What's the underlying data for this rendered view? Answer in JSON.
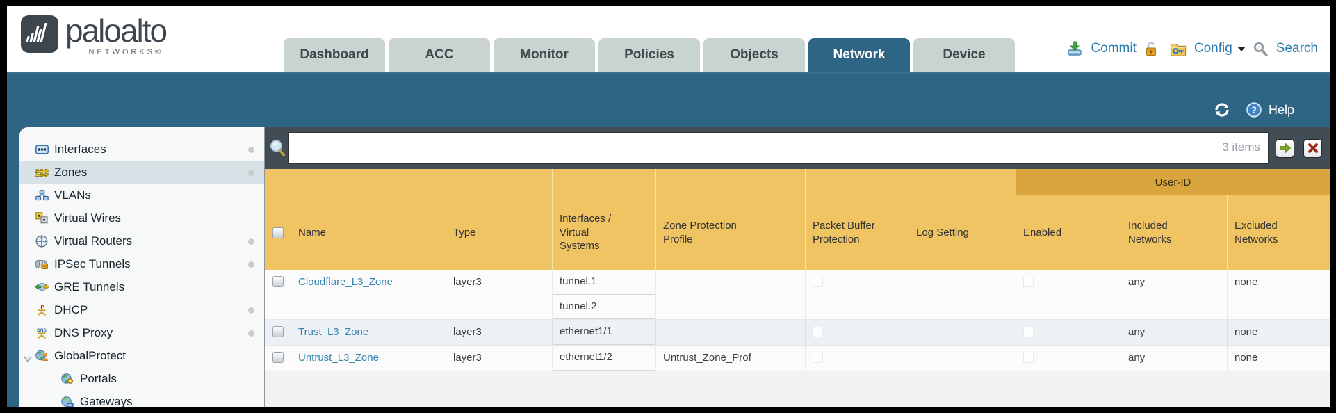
{
  "brand": {
    "name": "paloalto",
    "sub": "NETWORKS®"
  },
  "nav": {
    "tabs": [
      {
        "label": "Dashboard",
        "active": false
      },
      {
        "label": "ACC",
        "active": false
      },
      {
        "label": "Monitor",
        "active": false
      },
      {
        "label": "Policies",
        "active": false
      },
      {
        "label": "Objects",
        "active": false
      },
      {
        "label": "Network",
        "active": true
      },
      {
        "label": "Device",
        "active": false
      }
    ],
    "commit_label": "Commit",
    "config_label": "Config",
    "search_label": "Search"
  },
  "band": {
    "help_label": "Help"
  },
  "sidebar": {
    "items": [
      {
        "label": "Interfaces",
        "icon": "interfaces-icon",
        "dot": true
      },
      {
        "label": "Zones",
        "icon": "zones-icon",
        "dot": true,
        "selected": true
      },
      {
        "label": "VLANs",
        "icon": "vlans-icon"
      },
      {
        "label": "Virtual Wires",
        "icon": "virtual-wires-icon"
      },
      {
        "label": "Virtual Routers",
        "icon": "virtual-routers-icon",
        "dot": true
      },
      {
        "label": "IPSec Tunnels",
        "icon": "ipsec-tunnels-icon",
        "dot": true
      },
      {
        "label": "GRE Tunnels",
        "icon": "gre-tunnels-icon"
      },
      {
        "label": "DHCP",
        "icon": "dhcp-icon",
        "dot": true
      },
      {
        "label": "DNS Proxy",
        "icon": "dns-proxy-icon",
        "dot": true
      },
      {
        "label": "GlobalProtect",
        "icon": "globalprotect-icon",
        "expanded": true
      },
      {
        "label": "Portals",
        "icon": "portals-icon",
        "child": true
      },
      {
        "label": "Gateways",
        "icon": "gateways-icon",
        "child": true
      }
    ]
  },
  "toolbar": {
    "filter_value": "",
    "items_count": "3 items"
  },
  "table": {
    "group_header": "User-ID",
    "columns": [
      "Name",
      "Type",
      "Interfaces / Virtual Systems",
      "Zone Protection Profile",
      "Packet Buffer Protection",
      "Log Setting",
      "Enabled",
      "Included Networks",
      "Excluded Networks"
    ],
    "rows": [
      {
        "name": "Cloudflare_L3_Zone",
        "type": "layer3",
        "interfaces": [
          "tunnel.1",
          "tunnel.2"
        ],
        "zone_protection_profile": "",
        "packet_buffer_protection": false,
        "log_setting": "",
        "user_id_enabled": false,
        "included_networks": "any",
        "excluded_networks": "none"
      },
      {
        "name": "Trust_L3_Zone",
        "type": "layer3",
        "interfaces": [
          "ethernet1/1"
        ],
        "zone_protection_profile": "",
        "packet_buffer_protection": false,
        "log_setting": "",
        "user_id_enabled": false,
        "included_networks": "any",
        "excluded_networks": "none"
      },
      {
        "name": "Untrust_L3_Zone",
        "type": "layer3",
        "interfaces": [
          "ethernet1/2"
        ],
        "zone_protection_profile": "Untrust_Zone_Prof",
        "packet_buffer_protection": false,
        "log_setting": "",
        "user_id_enabled": false,
        "included_networks": "any",
        "excluded_networks": "none"
      }
    ]
  },
  "colors": {
    "accent_teal": "#2e6584",
    "header_amber": "#f0c463",
    "group_amber": "#d9a53d",
    "link_blue": "#3585ae"
  }
}
